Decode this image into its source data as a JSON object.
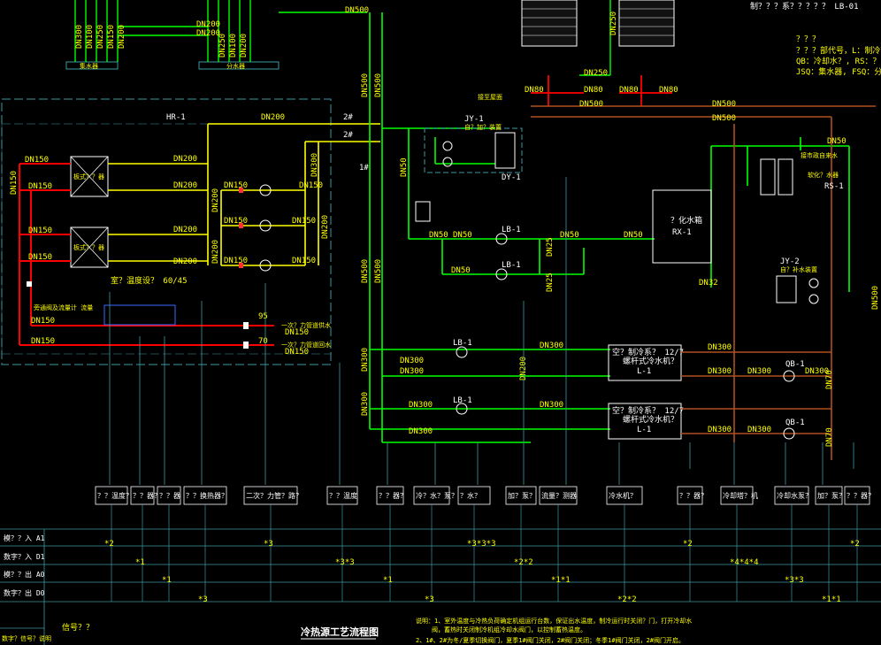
{
  "drawing": {
    "title": "冷热源工艺流程图",
    "note_line1": "说明：1、室外温度与冷热负荷确定机组运行台数，保证出水温度，制冷运行时关闭？门，打开冷却水",
    "note_line2": "阀，蓄热时关闭制冷机组冷却水阀门，以控制蓄热温度。",
    "note_line3": "2、1#、2#为冬/夏季切换阀门，夏季1#阀门关闭，2#阀门关闭；冬季1#阀门关闭，2#阀门开启。",
    "bottom_left_text": "数字？信号？说明",
    "bottom_tag": "信号？？"
  },
  "top_left": {
    "dn_labels": [
      "DN300",
      "DN100",
      "DN250",
      "DN150",
      "DN200"
    ],
    "dn_labels_right": [
      "DN200",
      "DN200",
      "DN250",
      "DN100",
      "DN200"
    ],
    "collector_label": "集水器",
    "divider_label": "分水器",
    "dn500": "DN500"
  },
  "hr1": {
    "title": "HR-1",
    "exchanger_label": "板式？？器",
    "dn_left": [
      "DN150",
      "DN150",
      "DN150",
      "DN150"
    ],
    "dn_vertical": "DN150",
    "dn_mid": [
      "DN200",
      "DN200",
      "DN200",
      "DN200"
    ],
    "dn200_top": "DN200",
    "pump_dn": [
      "DN150",
      "DN150",
      "DN150",
      "DN150",
      "DN150",
      "DN150"
    ],
    "dn_riser": [
      "DN200",
      "DN200",
      "DN200",
      "DN300"
    ],
    "temp_note": "室？温度设？ 60/45",
    "supply_label": "一次？力管道供水",
    "return_label": "一次？力管道回水",
    "supply_temp": "95",
    "return_temp": "70",
    "dn150_bottom": [
      "DN150",
      "DN150",
      "DN150",
      "DN150"
    ],
    "bypass_label": "旁通阀及流量计 流量"
  },
  "mid": {
    "valve_2a": "2#",
    "valve_2b": "2#",
    "valve_1": "1#",
    "dn500_a": "DN500",
    "dn500_b": "DN500",
    "dn500_c": "DN500",
    "dn500_d": "DN500",
    "dn300_a": "DN300",
    "dn300_b": "DN300",
    "dn50": "DN50",
    "jy1_title": "JY-1",
    "jy1_sub": "自？加？装置",
    "dy1": "DY-1",
    "expansion_label": "接至屋面",
    "lb1": [
      "LB-1",
      "LB-1"
    ],
    "dn50_row": [
      "DN50",
      "DN50",
      "DN50",
      "DN50",
      "DN50"
    ],
    "dn25": [
      "DN25",
      "DN25"
    ],
    "rx1": "RX-1",
    "rx1_title": "？化水箱",
    "dn32": "DN32"
  },
  "cooling_tower": {
    "dn250_a": "DN250",
    "dn250_b": "DN250",
    "dn80": [
      "DN80",
      "DN80",
      "DN80",
      "DN80"
    ],
    "dn500": [
      "DN500",
      "DN500",
      "DN500"
    ],
    "dn50": "DN50",
    "rs1": "RS-1",
    "softener": "软化？水器",
    "city_water": "接市政自来水"
  },
  "chillers": {
    "unit_label": "L-1",
    "unit_title": "空？制冷系？ 12/7",
    "unit_subtitle": "螺杆式冷水机？",
    "lb": [
      "LB-1",
      "LB-1"
    ],
    "qb": [
      "QB-1",
      "QB-1"
    ],
    "dn300_left": [
      "DN300",
      "DN300",
      "DN300",
      "DN300",
      "DN300",
      "DN300"
    ],
    "dn300_right": [
      "DN300",
      "DN300",
      "DN300",
      "DN300",
      "DN300",
      "DN300"
    ],
    "dn200_v": "DN200",
    "jy2_title": "JY-2",
    "jy2_sub": "自？补水装置",
    "dn500_right": "DN500",
    "dn70": [
      "DN70",
      "DN70"
    ]
  },
  "top_right": {
    "title": "制？？？系？？？？？ LB-01",
    "legend_title": "？？？",
    "legend1": "？？？部代号，L：制冷？,L制冷",
    "legend2": "QB：冷却水？, RS：？水箱, RSX",
    "legend3": "JSQ：集水器, FSQ：分水器, HR：？？"
  },
  "io_table": {
    "rows": [
      "模？？入 A1",
      "数字？入 D1",
      "模？？出 A0",
      "数字？出 D0"
    ],
    "headers": [
      "？？温度？",
      "？？器？",
      "？？器",
      "？？换热器？",
      "二次？力管？路？",
      "？？温度",
      "？？器？",
      "冷？水？泵？",
      "？水？",
      "加？泵？",
      "流量？测器",
      "冷水机？",
      "？？器？",
      "冷却塔？机",
      "冷却水泵？",
      "加？泵？",
      "？？器？"
    ],
    "counts": [
      "*2",
      "*1",
      "*1",
      "*3",
      "*3",
      "*3*3",
      "*1",
      "*3",
      "*3*3*3",
      "*2*2",
      "*1*1",
      "*2*2",
      "*2",
      "*4*4*4",
      "*3*3",
      "*1*1",
      "*2"
    ]
  }
}
